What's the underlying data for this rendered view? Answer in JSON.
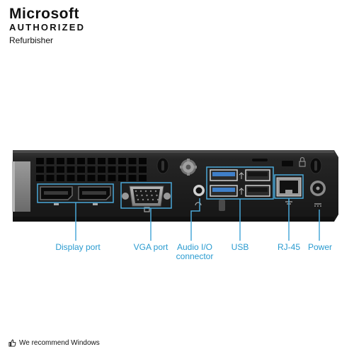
{
  "badge": {
    "line1": "Microsoft",
    "line2": "AUTHORIZED",
    "line3": "Refurbisher"
  },
  "callouts": {
    "display_port": "Display port",
    "vga_port": "VGA port",
    "audio_line1": "Audio I/O",
    "audio_line2": "connector",
    "usb": "USB",
    "rj45": "RJ-45",
    "power": "Power"
  },
  "footer": {
    "text": "We recommend Windows",
    "icon": "thumbs-up-icon"
  },
  "colors": {
    "callout": "#2a9bd0",
    "chassis": "#1c1c1c",
    "usb_blue": "#3f7fc9"
  }
}
